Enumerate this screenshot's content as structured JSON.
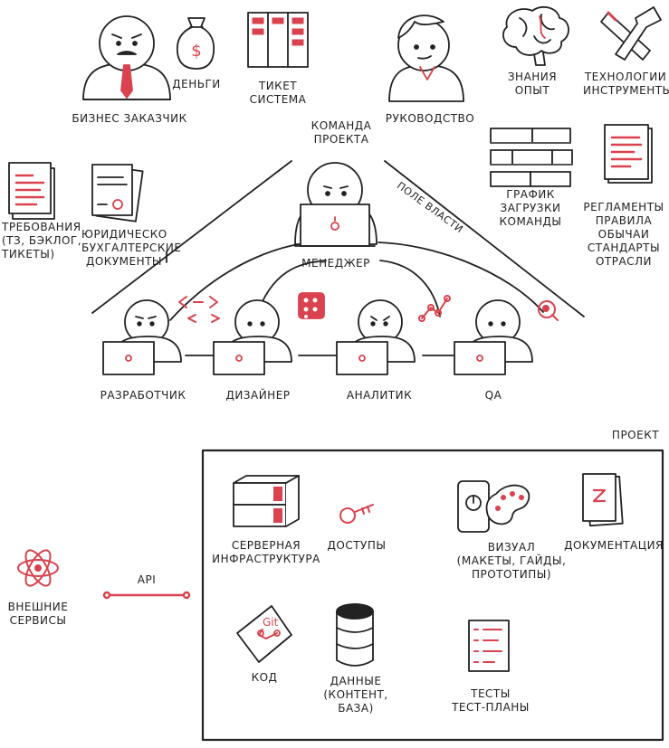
{
  "colors": {
    "accent": "#d9424e",
    "ink": "#222222",
    "paper": "#ffffff",
    "shade": "#555555"
  },
  "top_row": {
    "client": "Бизнес заказчик",
    "money": "Деньги",
    "ticket": [
      "Тикет",
      "система"
    ],
    "leadership": "Руководство",
    "knowledge": [
      "Знания",
      "опыт"
    ],
    "tech": [
      "Технологии",
      "инструменты"
    ]
  },
  "side": {
    "requirements": [
      "Требования",
      "(ТЗ, бэклог,",
      "тикеты)"
    ],
    "legal": [
      "Юридическо",
      "бухгалтерские",
      "документы"
    ],
    "schedule": [
      "График",
      "загрузки",
      "команды"
    ],
    "regulations": [
      "Регламенты",
      "правила",
      "обычаи",
      "стандарты",
      "отрасли"
    ]
  },
  "team": {
    "title": [
      "Команда",
      "проекта"
    ],
    "power_field": "Поле власти",
    "manager": "Менеджер",
    "members": [
      "Разработчик",
      "Дизайнер",
      "Аналитик",
      "QA"
    ]
  },
  "project": {
    "title": "Проект",
    "server": [
      "Серверная",
      "инфраструктура"
    ],
    "access": "Доступы",
    "visual": [
      "Визуал",
      "(макеты, гайды,",
      "прототипы)"
    ],
    "docs": "Документация",
    "code": "Код",
    "data": [
      "Данные",
      "(контент,",
      "база)"
    ],
    "tests": [
      "Тесты",
      "тест-планы"
    ]
  },
  "external": {
    "services": [
      "Внешние",
      "сервисы"
    ],
    "api": "API"
  },
  "icons": [
    "manager-figure",
    "client-figure",
    "leader-figure",
    "money-bag-icon",
    "kanban-board-icon",
    "brain-icon",
    "tools-icon",
    "bricks-icon",
    "document-icon",
    "key-icon",
    "git-icon",
    "database-icon",
    "checklist-icon",
    "palette-icon",
    "atom-icon",
    "code-brackets-icon",
    "grid-icon",
    "graph-icon",
    "bug-icon"
  ]
}
